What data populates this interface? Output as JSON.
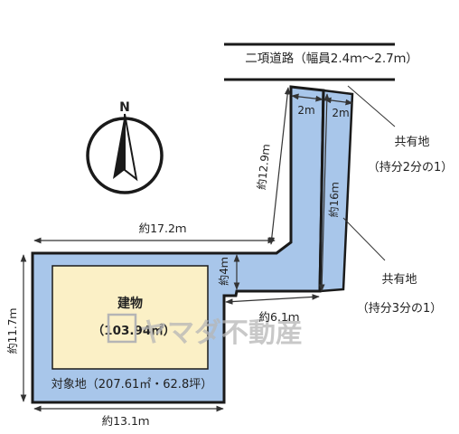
{
  "road": {
    "label": "二項道路（幅員2.4ｍ～2.7ｍ）"
  },
  "compass": {
    "north_label": "N"
  },
  "dimensions": {
    "width_2m_left": "2m",
    "width_2m_right": "2m",
    "len_12_9": "約12.9ｍ",
    "len_16": "約16ｍ",
    "len_17_2": "約17.2ｍ",
    "len_4": "約4ｍ",
    "len_6_1": "約6.1ｍ",
    "len_11_7": "約11.7ｍ",
    "len_13_1": "約13.1ｍ"
  },
  "shared_land_1": {
    "title": "共有地",
    "share": "（持分2分の1）"
  },
  "shared_land_2": {
    "title": "共有地",
    "share": "（持分3分の1）"
  },
  "building": {
    "title": "建物",
    "area": "（103.94㎡）"
  },
  "site": {
    "label": "対象地（207.61㎡・62.8坪）"
  },
  "watermark": {
    "text": "ヤマダ不動産"
  },
  "colors": {
    "site_fill": "#a8c6ea",
    "building_fill": "#fbf0c6",
    "outline": "#1a1a1a",
    "dim_line": "#333333",
    "watermark": "#b5b5b5"
  }
}
